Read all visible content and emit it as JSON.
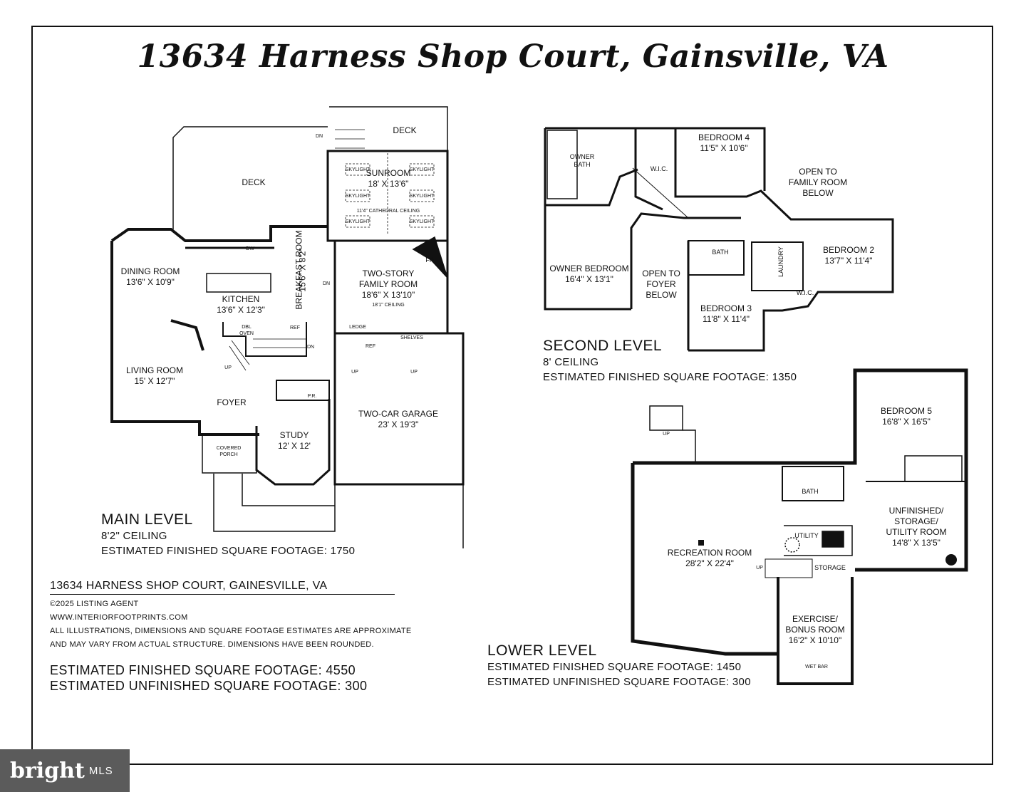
{
  "title": "13634 Harness Shop Court, Gainsville, VA",
  "main_level": {
    "heading": "MAIN LEVEL",
    "ceiling": "8'2\" CEILING",
    "footage": "ESTIMATED FINISHED SQUARE FOOTAGE: 1750",
    "rooms": {
      "deck_left": "DECK",
      "deck_top": "DECK",
      "sunroom": "SUNROOM",
      "sunroom_dim": "18' X 13'6\"",
      "cathedral": "11'4\" CATHEDRAL CEILING",
      "skylight": "SKYLIGHT",
      "dining": "DINING ROOM",
      "dining_dim": "13'6\" X 10'9\"",
      "kitchen": "KITCHEN",
      "kitchen_dim": "13'6\" X 12'3\"",
      "breakfast": "BREAKFAST ROOM",
      "breakfast_dim": "15'6\" X 8'2\"",
      "family": "TWO-STORY",
      "family2": "FAMILY ROOM",
      "family_dim": "18'6\" X 13'10\"",
      "family_ceiling": "18'1\" CEILING",
      "fp": "FP",
      "living": "LIVING ROOM",
      "living_dim": "15' X 12'7\"",
      "foyer": "FOYER",
      "study": "STUDY",
      "study_dim": "12' X 12'",
      "garage": "TWO-CAR GARAGE",
      "garage_dim": "23' X 19'3\"",
      "covered": "COVERED",
      "porch": "PORCH",
      "pr": "P.R.",
      "ledge": "LEDGE",
      "shelves": "SHELVES",
      "ref": "REF",
      "dbl_oven": "DBL OVEN",
      "dw": "DW",
      "up": "UP",
      "dn": "DN"
    }
  },
  "second_level": {
    "heading": "SECOND LEVEL",
    "ceiling": "8' CEILING",
    "footage": "ESTIMATED FINISHED SQUARE FOOTAGE: 1350",
    "rooms": {
      "owner_bath": "OWNER",
      "owner_bath2": "BATH",
      "wic": "W.I.C.",
      "bedroom4": "BEDROOM 4",
      "bedroom4_dim": "11'5\" X 10'6\"",
      "open_family": "OPEN TO",
      "open_family2": "FAMILY ROOM",
      "open_family3": "BELOW",
      "owner_bed": "OWNER BEDROOM",
      "owner_bed_dim": "16'4\" X 13'1\"",
      "open_foyer": "OPEN TO",
      "open_foyer2": "FOYER",
      "open_foyer3": "BELOW",
      "bath": "BATH",
      "laundry": "LAUNDRY",
      "bedroom2": "BEDROOM 2",
      "bedroom2_dim": "13'7\" X 11'4\"",
      "bedroom3": "BEDROOM 3",
      "bedroom3_dim": "11'8\" X 11'4\"",
      "wic2": "W.I.C."
    }
  },
  "lower_level": {
    "heading": "LOWER LEVEL",
    "footage": "ESTIMATED FINISHED SQUARE FOOTAGE: 1450",
    "unfinished": "ESTIMATED UNFINISHED SQUARE FOOTAGE: 300",
    "rooms": {
      "bedroom5": "BEDROOM 5",
      "bedroom5_dim": "16'8\" X 16'5\"",
      "bath": "BATH",
      "unfinished": "UNFINISHED/",
      "unfinished2": "STORAGE/",
      "unfinished3": "UTILITY ROOM",
      "unfinished_dim": "14'8\" X 13'5\"",
      "utility": "UTILITY",
      "recreation": "RECREATION ROOM",
      "recreation_dim": "28'2\" X 22'4\"",
      "storage": "STORAGE",
      "exercise": "EXERCISE/",
      "exercise2": "BONUS ROOM",
      "exercise_dim": "16'2\" X 10'10\"",
      "wetbar": "WET BAR",
      "up": "UP"
    }
  },
  "info": {
    "address": "13634 HARNESS SHOP COURT, GAINESVILLE, VA",
    "copyright": "©2025 LISTING AGENT",
    "website": "WWW.INTERIORFOOTPRINTS.COM",
    "disclaimer1": "ALL ILLUSTRATIONS, DIMENSIONS AND SQUARE FOOTAGE ESTIMATES ARE APPROXIMATE",
    "disclaimer2": "AND MAY VARY FROM ACTUAL STRUCTURE. DIMENSIONS HAVE BEEN ROUNDED."
  },
  "totals": {
    "finished": "ESTIMATED FINISHED SQUARE FOOTAGE: 4550",
    "unfinished": "ESTIMATED UNFINISHED SQUARE FOOTAGE: 300"
  },
  "logo": {
    "brand": "bright",
    "suffix": "MLS"
  }
}
